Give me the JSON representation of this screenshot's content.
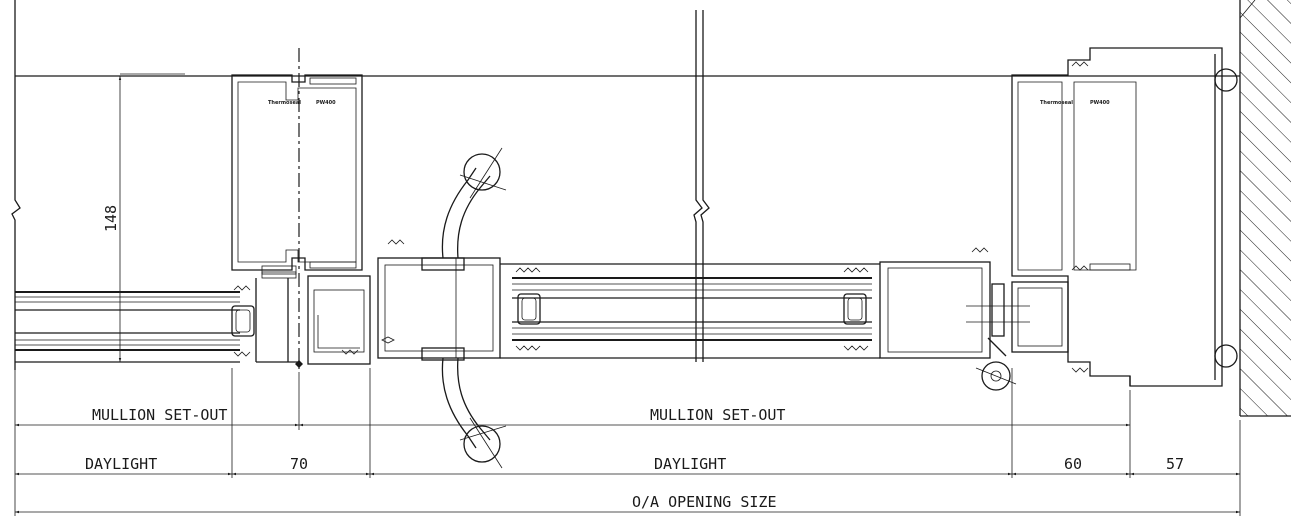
{
  "diagram": {
    "brand_text": "Thermoseal",
    "model_text": "PW400",
    "dimensions": {
      "height_148": "148",
      "mullion_setout_left": "MULLION SET-OUT",
      "mullion_setout_right": "MULLION SET-OUT",
      "daylight_left": "DAYLIGHT",
      "dim_70": "70",
      "daylight_center": "DAYLIGHT",
      "dim_60": "60",
      "dim_57": "57",
      "overall": "O/A OPENING SIZE"
    }
  }
}
